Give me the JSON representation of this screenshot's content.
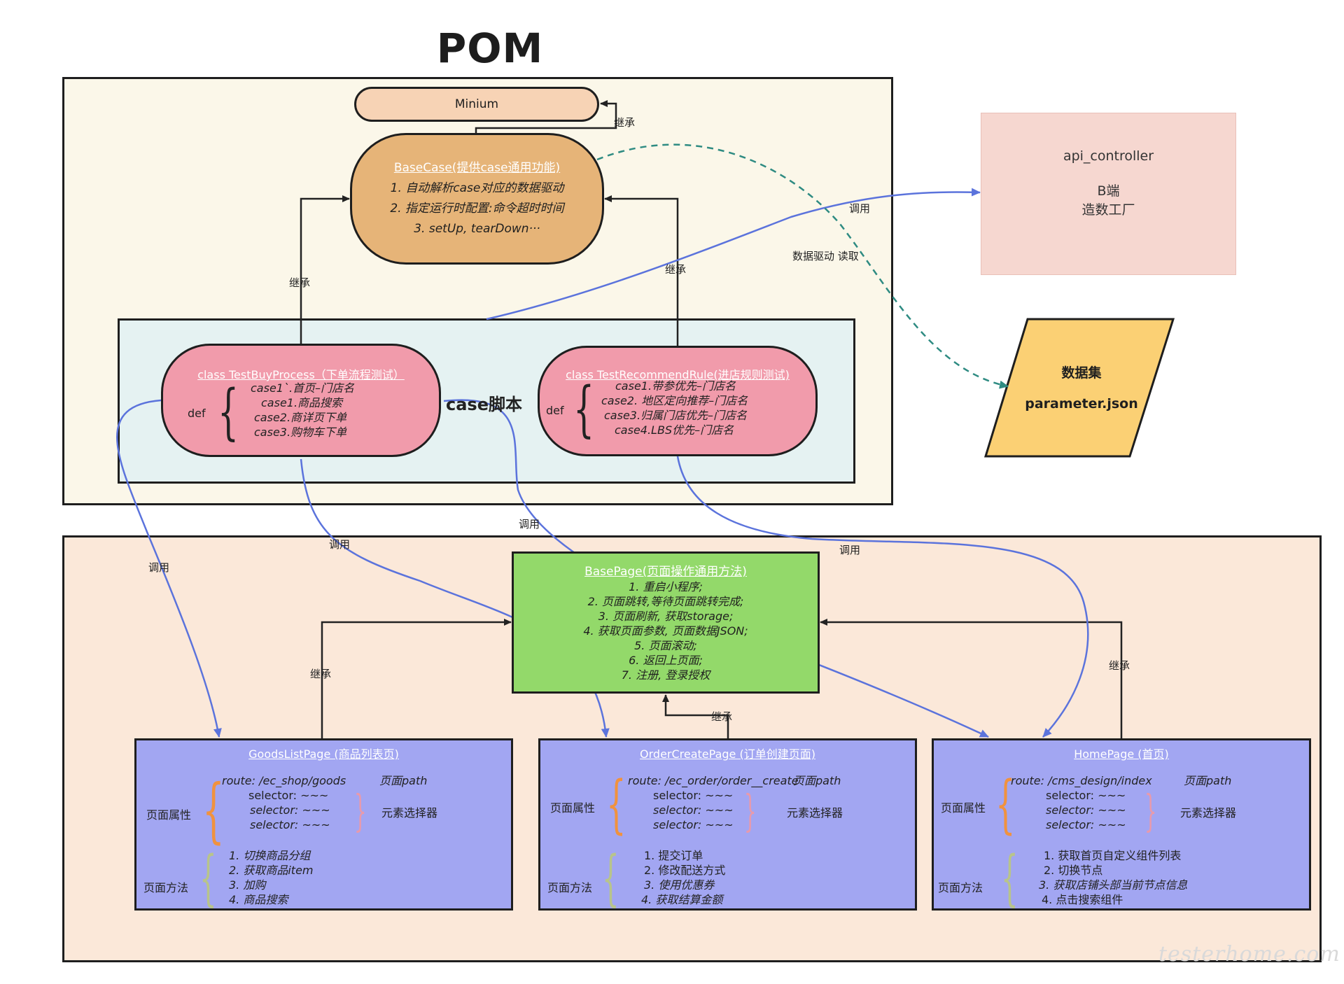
{
  "title": "POM",
  "colors": {
    "top_bg": "#fbf7e9",
    "bottom_bg": "#fbe8d9",
    "case_bg": "#e5f2f2",
    "minium": "#f7d3b5",
    "basecase": "#e6b478",
    "testclass": "#f19bab",
    "api": "#f6d7d0",
    "dataset": "#fbd074",
    "basepage": "#93d96a",
    "page": "#a2a6f2",
    "call_line": "#5b73dc",
    "data_line": "#2e8b82"
  },
  "case_scripts_label": "case脚本",
  "minium": {
    "label": "Minium"
  },
  "basecase": {
    "title": "BaseCase(提供case通用功能)",
    "items": [
      "1. 自动解析case对应的数据驱动",
      "2. 指定运行时配置:命令超时时间",
      "3. setUp, tearDown···"
    ]
  },
  "test_buy": {
    "title": "class TestBuyProcess（下单流程测试）",
    "def": "def",
    "cases": [
      "case1`.首页–门店名",
      "case1.商品搜索",
      "case2.商详页下单",
      "case3.购物车下单"
    ]
  },
  "test_rec": {
    "title": "class TestRecommendRule(进店规则测试)",
    "def": "def",
    "cases": [
      "case1.带参优先–门店名",
      "case2. 地区定向推荐–门店名",
      "case3.归属门店优先–门店名",
      "case4.LBS优先–门店名"
    ]
  },
  "api_controller": {
    "line1": "api_controller",
    "line2": "B端",
    "line3": "造数工厂"
  },
  "dataset": {
    "line1": "数据集",
    "line2": "parameter.json"
  },
  "basepage": {
    "title": "BasePage(页面操作通用方法)",
    "items": [
      "1.  重启小程序;",
      "2. 页面跳转,等待页面跳转完成;",
      "3. 页面刷新,  获取storage;",
      "4. 获取页面参数, 页面数据JSON;",
      "5. 页面滚动;",
      "6. 返回上页面;",
      "7. 注册, 登录授权"
    ]
  },
  "goods_page": {
    "title": "GoodsListPage (商品列表页)",
    "attr_label": "页面属性",
    "route": "route: /ec_shop/goods",
    "path_label": "页面path",
    "selectors": [
      "selector: ~~~",
      "selector: ~~~",
      "selector: ~~~"
    ],
    "selector_label": "元素选择器",
    "method_label": "页面方法",
    "methods": [
      "1. 切换商品分组",
      "2. 获取商品item",
      "3. 加购",
      "4. 商品搜索"
    ]
  },
  "order_page": {
    "title": "OrderCreatePage (订单创建页面)",
    "attr_label": "页面属性",
    "route": "route: /ec_order/order__create",
    "path_label": "页面path",
    "selectors": [
      "selector: ~~~",
      "selector: ~~~",
      "selector: ~~~"
    ],
    "selector_label": "元素选择器",
    "method_label": "页面方法",
    "methods": [
      "1. 提交订单",
      "2. 修改配送方式",
      "3. 使用优惠券",
      "4. 获取结算金额"
    ]
  },
  "home_page": {
    "title": "HomePage (首页)",
    "attr_label": "页面属性",
    "route": "route: /cms_design/index",
    "path_label": "页面path",
    "selectors": [
      "selector: ~~~",
      "selector: ~~~",
      "selector: ~~~"
    ],
    "selector_label": "元素选择器",
    "method_label": "页面方法",
    "methods": [
      "1. 获取首页自定义组件列表",
      "2. 切换节点",
      "3. 获取店铺头部当前节点信息",
      "4. 点击搜索组件"
    ]
  },
  "edge_labels": {
    "inherit_minium": "继承",
    "inherit_buy": "继承",
    "inherit_rec": "继承",
    "call_api": "调用",
    "data_read": "数据驱动 读取",
    "call_goods": "调用",
    "call_order": "调用",
    "call_home": "调用",
    "call_rec": "调用",
    "inherit_goods": "继承",
    "inherit_order": "继承",
    "inherit_home": "继承"
  },
  "watermark": "testerhome.com"
}
